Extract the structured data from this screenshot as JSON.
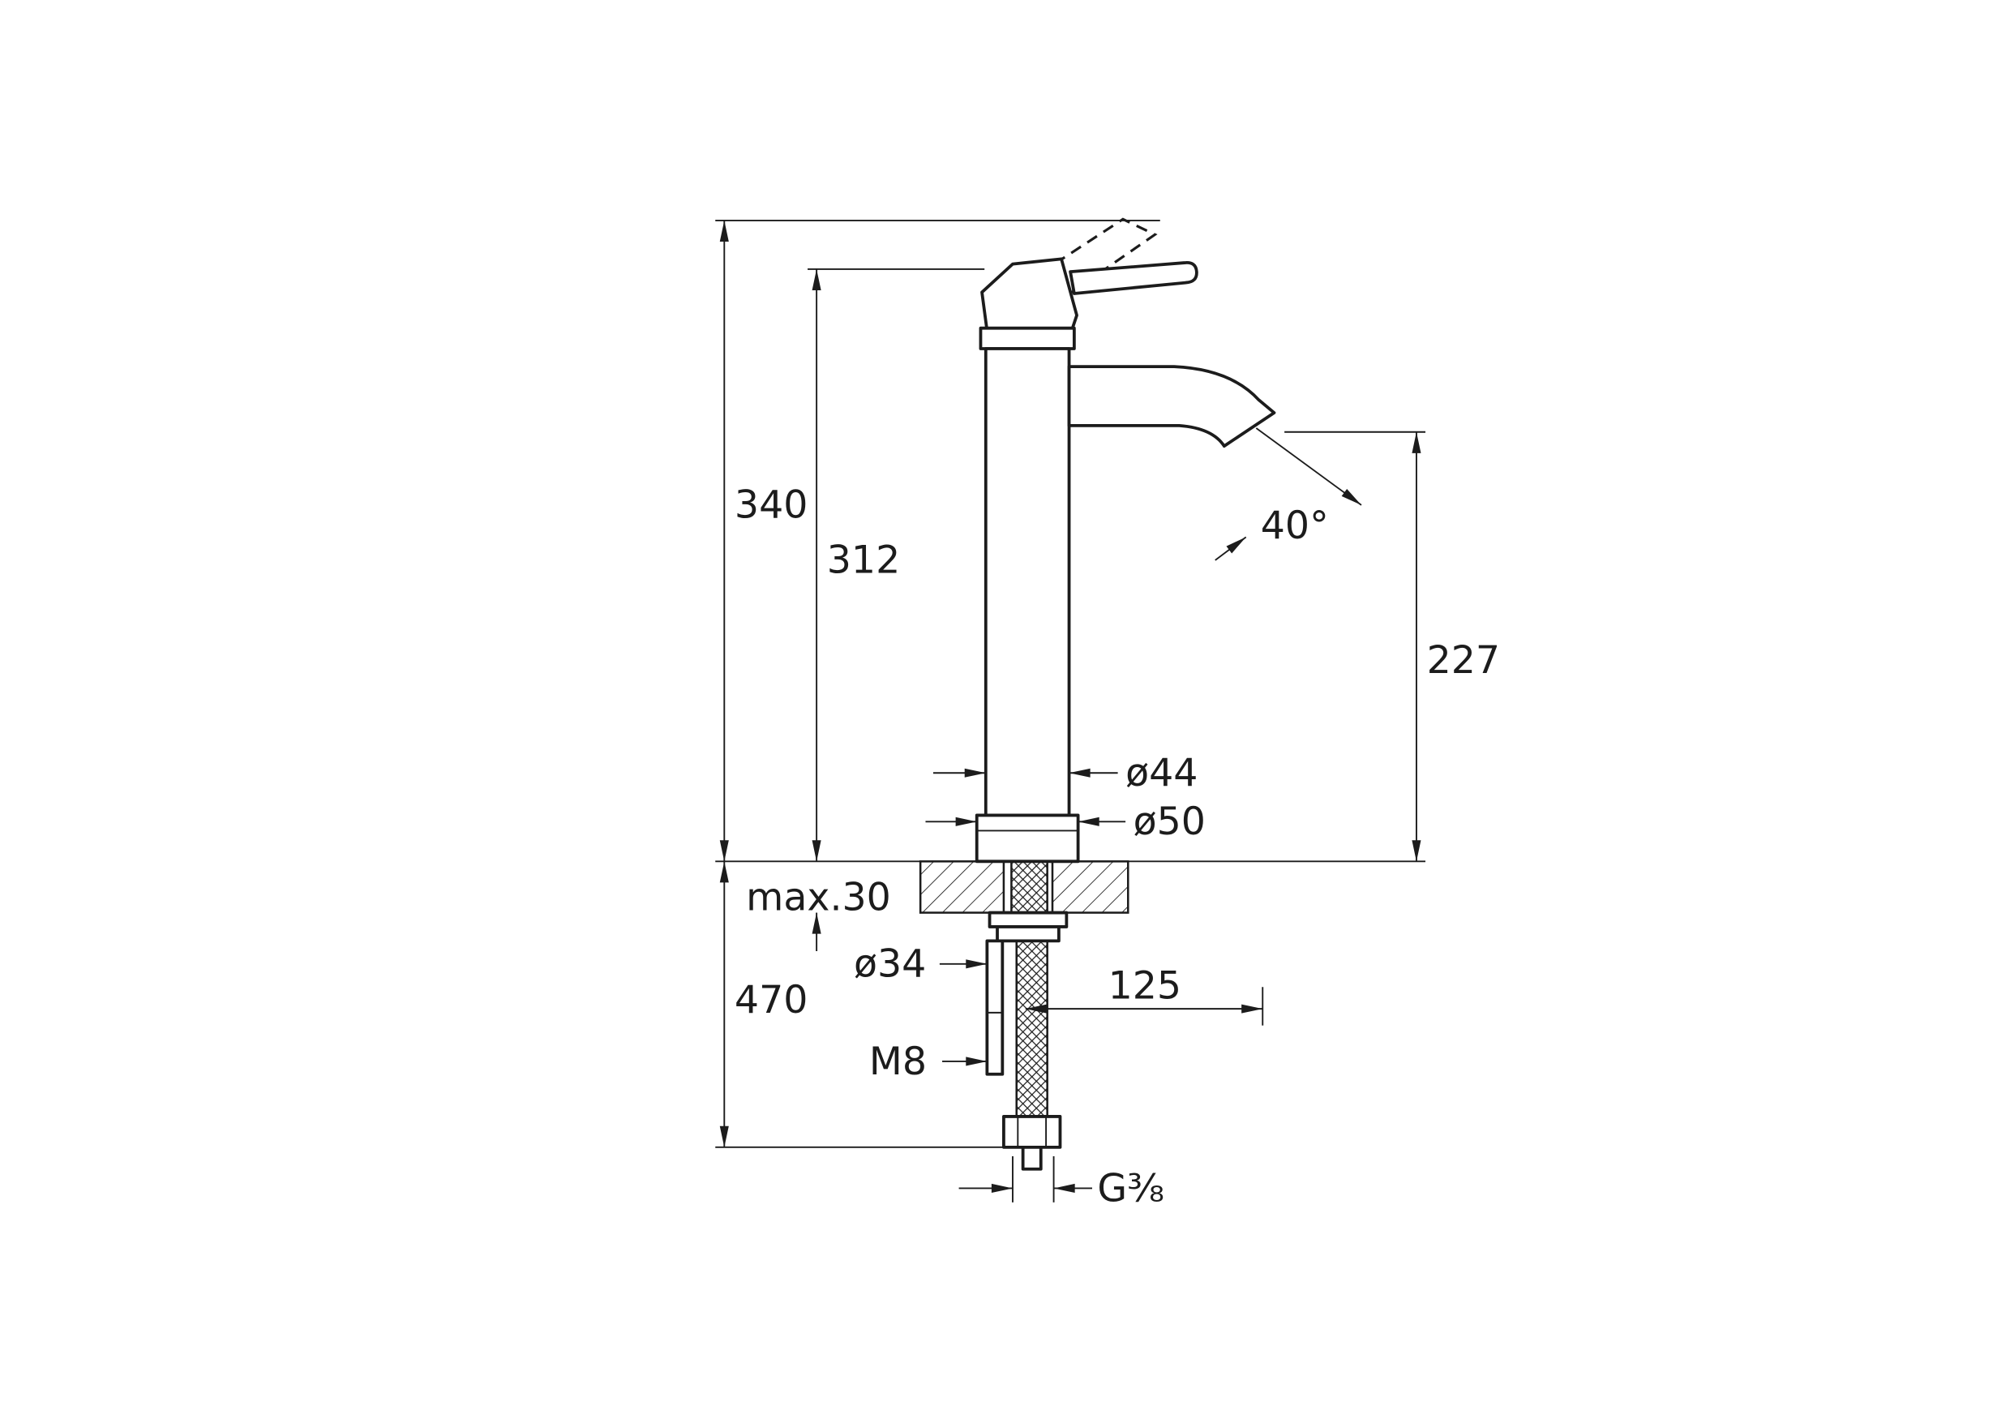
{
  "drawing": {
    "subject": "single-lever tall basin mixer faucet - side elevation dimension drawing",
    "line_color": "#1c1c1c",
    "background_color": "#ffffff"
  },
  "dimensions": {
    "overall_height": "340",
    "body_height": "312",
    "outlet_height": "227",
    "outlet_angle": "40°",
    "body_diameter": "ø44",
    "base_diameter": "ø50",
    "deck_thickness": "max.30",
    "hole_diameter": "ø34",
    "spout_reach": "125",
    "stud_thread": "M8",
    "total_depth": "470",
    "supply_connection": "G⅜"
  }
}
